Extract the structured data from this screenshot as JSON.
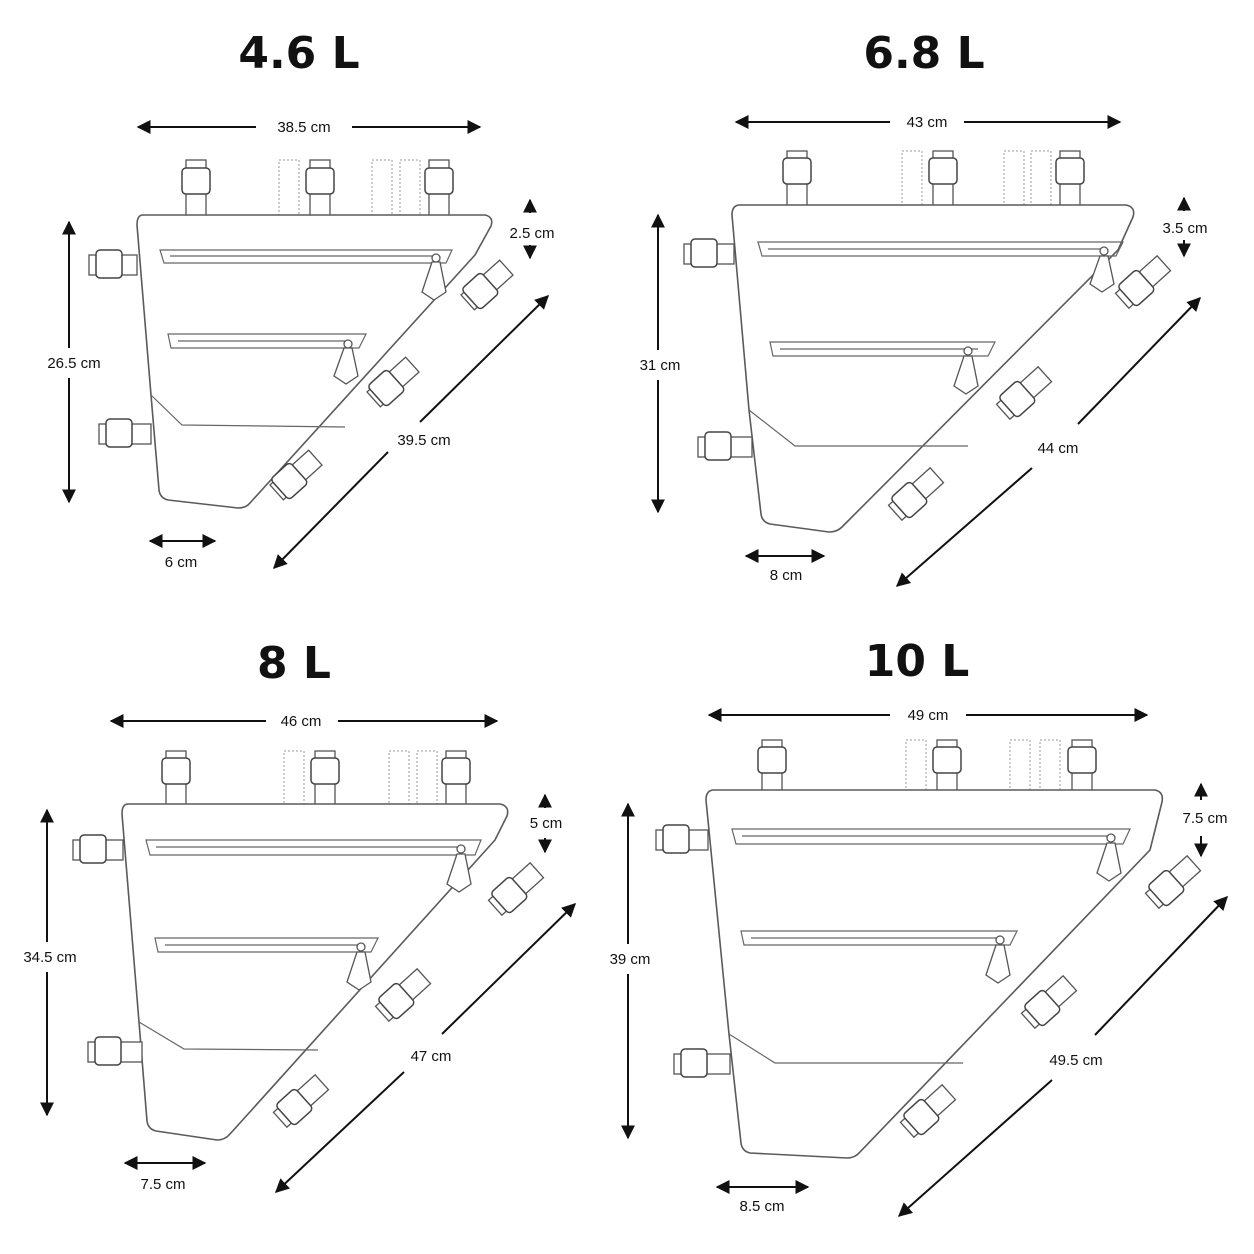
{
  "bags": [
    {
      "id": "bag-4-6l",
      "volume": "4.6 L",
      "width": "38.5 cm",
      "top_depth": "2.5 cm",
      "height": "26.5 cm",
      "diagonal": "39.5 cm",
      "bottom_width": "6 cm"
    },
    {
      "id": "bag-6-8l",
      "volume": "6.8 L",
      "width": "43 cm",
      "top_depth": "3.5 cm",
      "height": "31 cm",
      "diagonal": "44 cm",
      "bottom_width": "8 cm"
    },
    {
      "id": "bag-8l",
      "volume": "8 L",
      "width": "46 cm",
      "top_depth": "5 cm",
      "height": "34.5 cm",
      "diagonal": "47 cm",
      "bottom_width": "7.5 cm"
    },
    {
      "id": "bag-10l",
      "volume": "10 L",
      "width": "49 cm",
      "top_depth": "7.5 cm",
      "height": "39 cm",
      "diagonal": "49.5 cm",
      "bottom_width": "8.5 cm"
    }
  ]
}
